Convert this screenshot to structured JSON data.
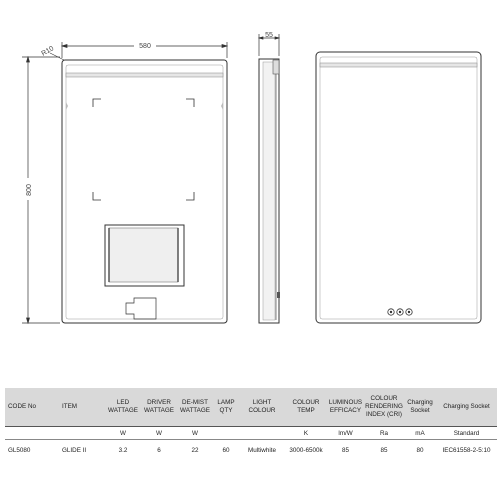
{
  "dimensions": {
    "width": "580",
    "height": "800",
    "corner_radius": "R10",
    "depth": "55"
  },
  "spec_table": {
    "headers": [
      "CODE No",
      "ITEM",
      "LED WATTAGE",
      "DRIVER WATTAGE",
      "DE-MIST WATTAGE",
      "LAMP QTY",
      "LIGHT COLOUR",
      "COLOUR TEMP",
      "LUMINOUS EFFICACY",
      "COLOUR RENDERING INDEX (CRI)",
      "Charging Socket",
      "Charging Socket"
    ],
    "units": [
      "",
      "",
      "W",
      "W",
      "W",
      "",
      "",
      "K",
      "lm/W",
      "Ra",
      "mA",
      "Standard"
    ],
    "row": [
      "GL5080",
      "GLIDE II",
      "3.2",
      "6",
      "22",
      "60",
      "Multiwhite",
      "3000-6500k",
      "85",
      "85",
      "80",
      "IEC61558-2-5:10"
    ]
  }
}
